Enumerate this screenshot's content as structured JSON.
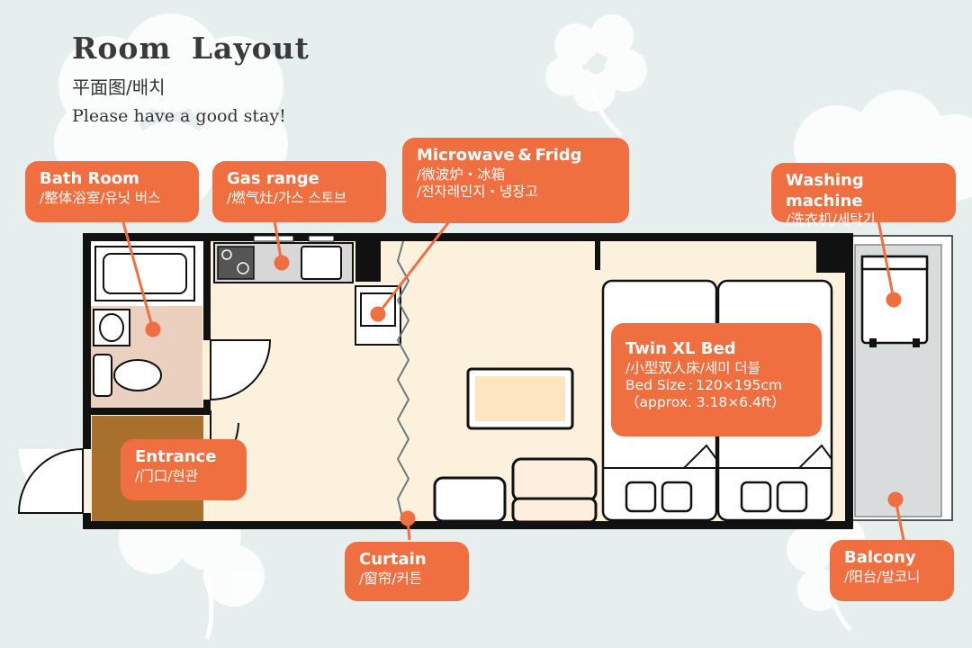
{
  "header": {
    "title": "Room  Layout",
    "subtitle": "平面图/배치",
    "tagline": "Please have a good stay!"
  },
  "labels": {
    "bath": {
      "title": "Bath Room",
      "sub": "/整体浴室/유닛 버스"
    },
    "gas": {
      "title": "Gas range",
      "sub": "/燃气灶/가스 스토브"
    },
    "micro": {
      "title": "Microwave & Fridg",
      "sub1": "/微波炉・冰箱",
      "sub2": "/전자레인지・냉장고"
    },
    "washing": {
      "title": "Washing machine",
      "sub": "/洗衣机/세탁기"
    },
    "bed": {
      "title": "Twin XL Bed",
      "sub1": "/小型双人床/세미 더블",
      "sub2": "Bed Size : 120×195cm",
      "sub3": "（approx. 3.18×6.4ft）"
    },
    "entrance": {
      "title": "Entrance",
      "sub": "/门口/현관"
    },
    "curtain": {
      "title": "Curtain",
      "sub": "/窗帘/커튼"
    },
    "balcony": {
      "title": "Balcony",
      "sub": "/阳台/발코니"
    }
  },
  "colors": {
    "background": "#e6eeee",
    "accent": "#f06f40",
    "floor": "#fcf1dc",
    "bathroom_floor": "#ebcfbf",
    "entrance_floor": "#a96f2c",
    "wall": "#111111"
  }
}
